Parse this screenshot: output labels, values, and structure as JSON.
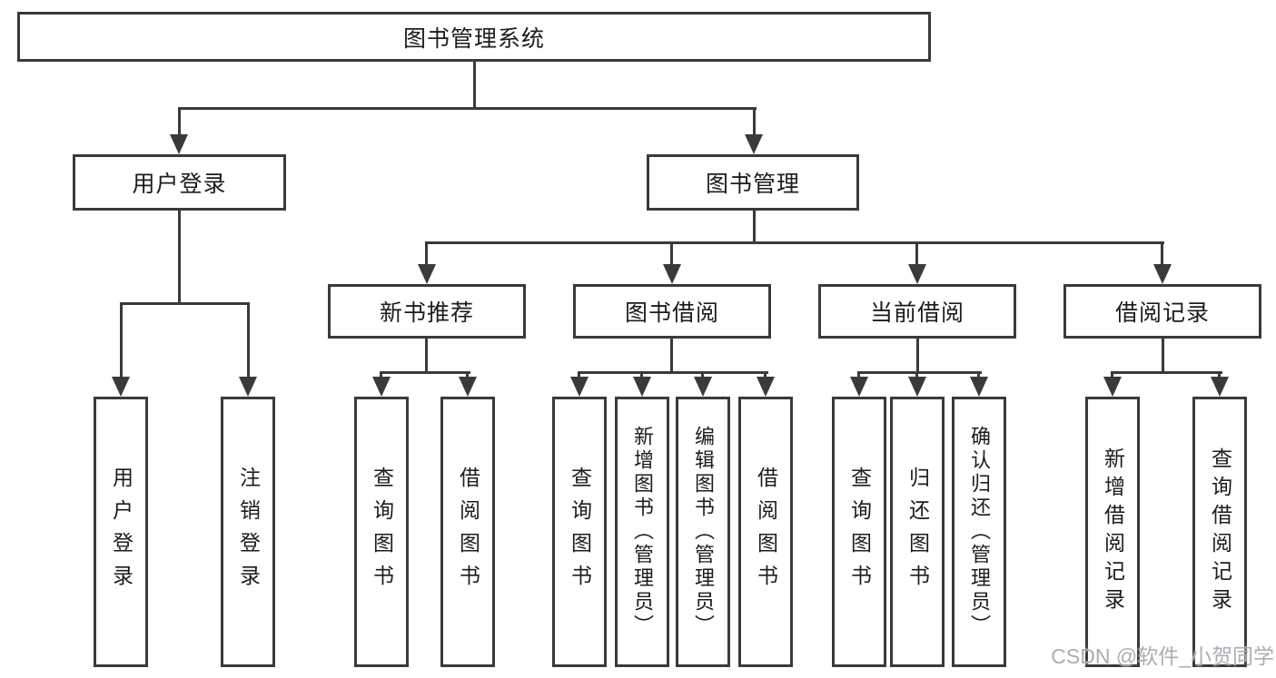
{
  "colors": {
    "line": "#3a3a3a",
    "box_border": "#3a3a3a",
    "text": "#1c1c1c",
    "watermark": "#9ea5ac",
    "background": "#ffffff"
  },
  "tree": {
    "root": {
      "label": "图书管理系统"
    },
    "branches": [
      {
        "label": "用户登录",
        "children": [
          {
            "label": "用户登录"
          },
          {
            "label": "注销登录"
          }
        ]
      },
      {
        "label": "图书管理",
        "children": [
          {
            "label": "新书推荐",
            "children": [
              {
                "label": "查询图书"
              },
              {
                "label": "借阅图书"
              }
            ]
          },
          {
            "label": "图书借阅",
            "children": [
              {
                "label": "查询图书"
              },
              {
                "label": "新增图书（管理员）"
              },
              {
                "label": "编辑图书（管理员）"
              },
              {
                "label": "借阅图书"
              }
            ]
          },
          {
            "label": "当前借阅",
            "children": [
              {
                "label": "查询图书"
              },
              {
                "label": "归还图书"
              },
              {
                "label": "确认归还（管理员）"
              }
            ]
          },
          {
            "label": "借阅记录",
            "children": [
              {
                "label": "新增借阅记录"
              },
              {
                "label": "查询借阅记录"
              }
            ]
          }
        ]
      }
    ]
  },
  "watermark": {
    "text": "CSDN @软件_小贺同学"
  }
}
